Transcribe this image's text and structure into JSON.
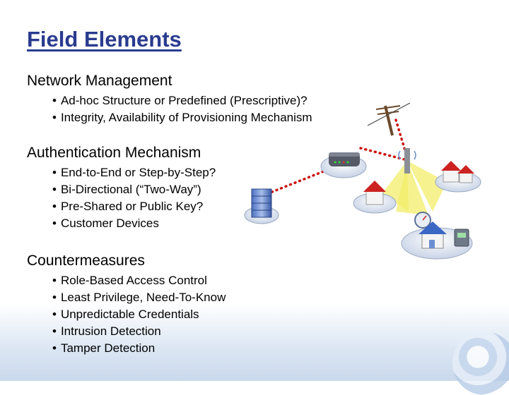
{
  "slide": {
    "title": "Field Elements",
    "sections": [
      {
        "heading": "Network Management",
        "bullets": [
          "Ad-hoc Structure or Predefined (Prescriptive)?",
          "Integrity, Availability of Provisioning Mechanism"
        ]
      },
      {
        "heading": "Authentication Mechanism",
        "bullets": [
          "End-to-End or Step-by-Step?",
          "Bi-Directional (“Two-Way”)",
          "Pre-Shared or Public Key?",
          "Customer Devices"
        ]
      },
      {
        "heading": "Countermeasures",
        "bullets": [
          "Role-Based Access Control",
          "Least Privilege, Need-To-Know",
          "Unpredictable Credentials",
          "Intrusion Detection",
          "Tamper Detection"
        ]
      }
    ]
  },
  "colors": {
    "title": "#2a3b8f",
    "link_dots": "#cc1111",
    "signal_beam": "#f2ee6a",
    "platform": "#dde4ef"
  },
  "icons": [
    "utility-pole-icon",
    "router-icon",
    "server-icon",
    "antenna-tower-icon",
    "house-icon",
    "smart-meter-icon"
  ]
}
